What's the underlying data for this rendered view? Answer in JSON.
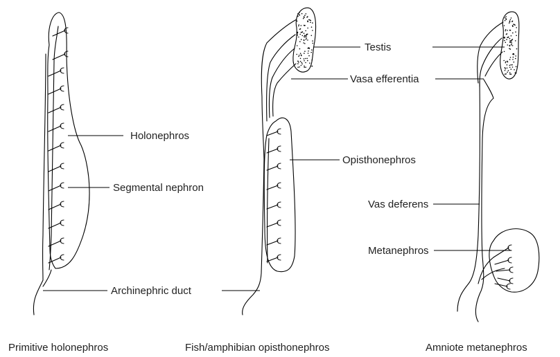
{
  "colors": {
    "line": "#000000",
    "text": "#222222",
    "background": "#ffffff"
  },
  "labels": {
    "holonephros": "Holonephros",
    "segmental_nephron": "Segmental nephron",
    "archinephric_duct": "Archinephric duct",
    "testis": "Testis",
    "vasa_efferentia": "Vasa efferentia",
    "opisthonephros": "Opisthonephros",
    "vas_deferens": "Vas deferens",
    "metanephros": "Metanephros"
  },
  "captions": {
    "left": "Primitive holonephros",
    "middle": "Fish/amphibian opisthonephros",
    "right": "Amniote metanephros"
  }
}
